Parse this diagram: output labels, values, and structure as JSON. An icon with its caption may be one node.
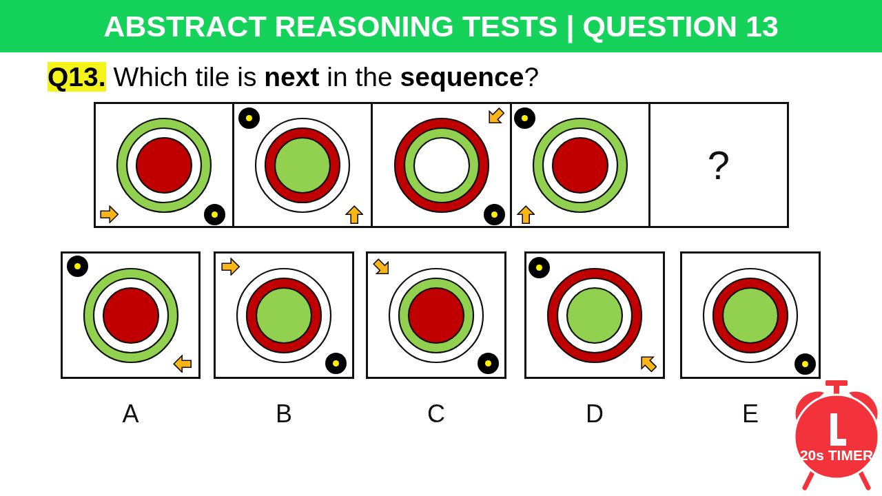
{
  "diagram": {
    "title": "ABSTRACT REASONING TESTS | QUESTION 13",
    "nodes": [
      {
        "text": [],
        "shape": "box"
      },
      {
        "text": [],
        "shape": "box"
      },
      {
        "text": [],
        "shape": "box"
      },
      {
        "text": [],
        "shape": "box"
      },
      {
        "text": [
          "?"
        ]
      },
      {
        "text": [],
        "shape": "box",
        "beside": [
          "A"
        ]
      },
      {
        "text": [],
        "shape": "box",
        "beside": [
          "B"
        ]
      },
      {
        "text": [],
        "shape": "box",
        "beside": [
          "C"
        ]
      },
      {
        "text": [],
        "shape": "box",
        "beside": [
          "D"
        ]
      },
      {
        "text": [],
        "shape": "box",
        "beside": [
          "E"
        ]
      },
      {
        "text": [
          "20s TIMER"
        ]
      }
    ],
    "labels": [
      "**Q13.** Which tile is **next** in the **sequence**?"
    ]
  }
}
